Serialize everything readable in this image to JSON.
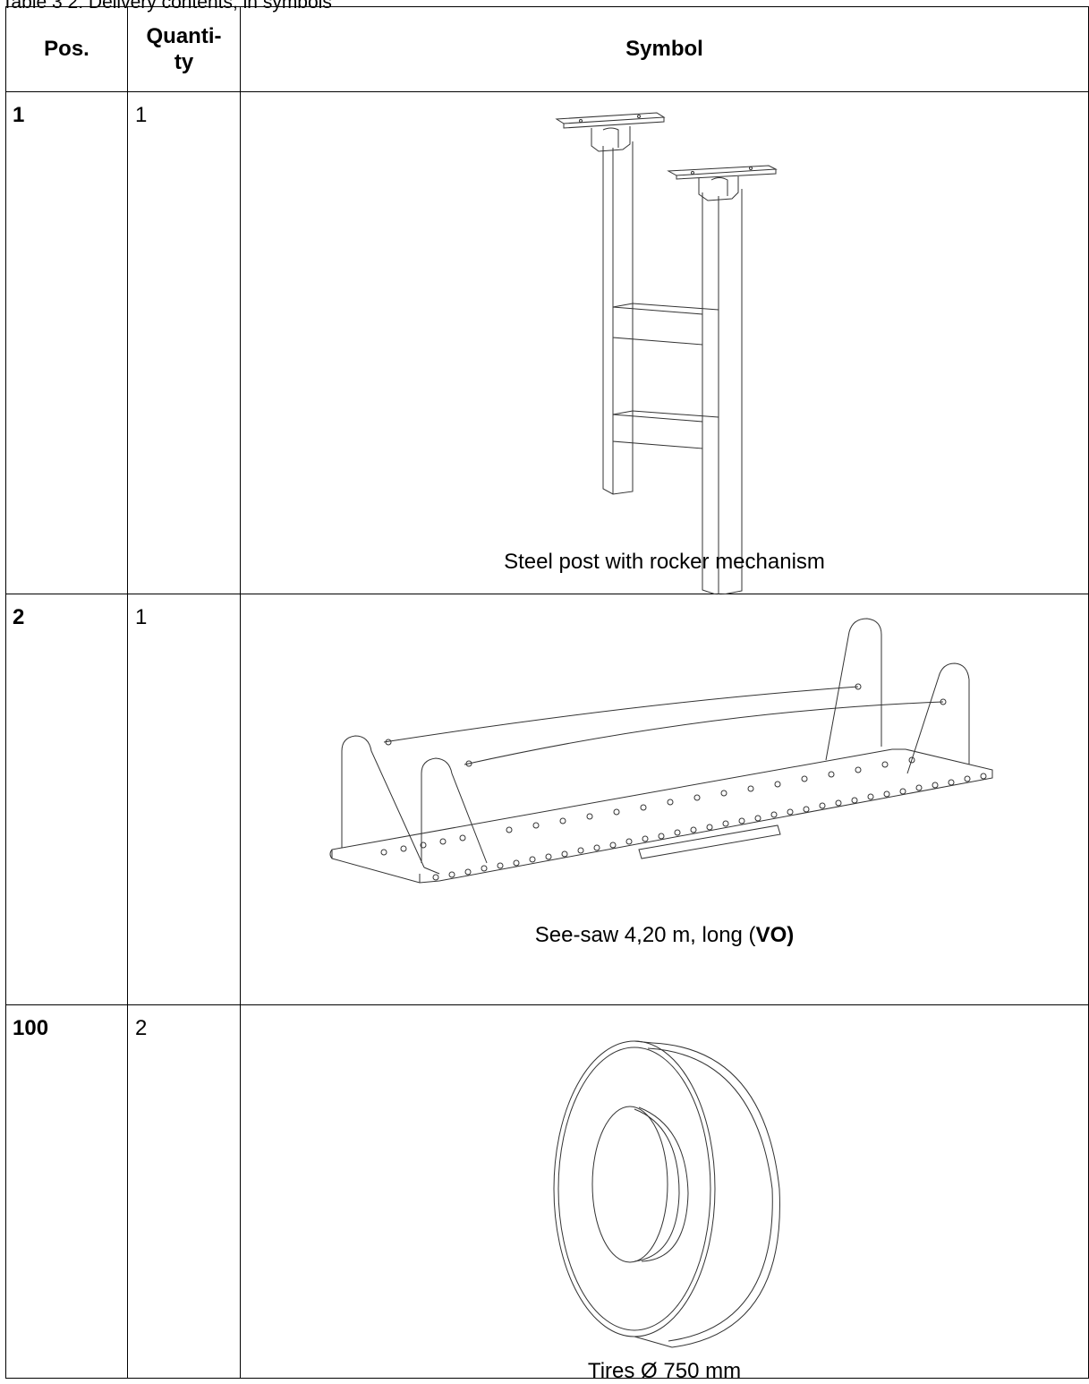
{
  "caption": "Table 3 2: Delivery contents, in symbols",
  "table": {
    "headers": {
      "pos": "Pos.",
      "quantity": "Quanti- ty",
      "quantity_line1": "Quanti-",
      "quantity_line2": "ty",
      "symbol": "Symbol"
    },
    "rows": [
      {
        "pos": "1",
        "quantity": "1",
        "symbol_name": "steel-post-with-rocker-icon",
        "description": "Steel post with rocker mechanism"
      },
      {
        "pos": "2",
        "quantity": "1",
        "symbol_name": "see-saw-icon",
        "description_prefix": "See-saw 4,20 m, long (",
        "description_bold": "VO)"
      },
      {
        "pos": "100",
        "quantity": "2",
        "symbol_name": "tire-icon",
        "description": "Tires Ø   750 mm"
      }
    ]
  }
}
